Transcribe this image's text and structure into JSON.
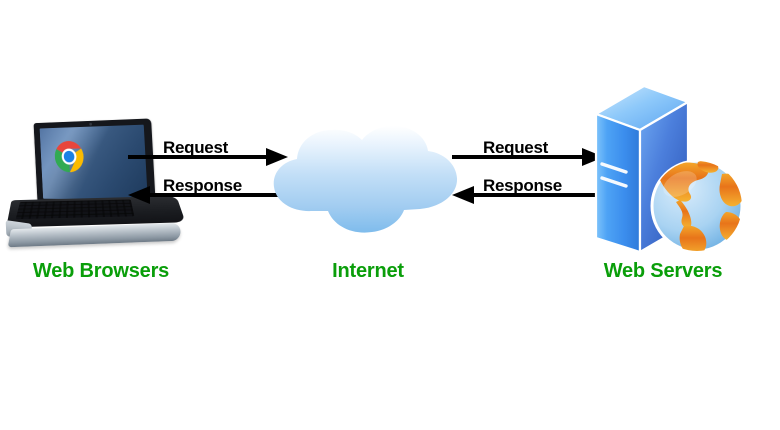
{
  "diagram": {
    "title": "Web Browsers - Internet - Web Servers request/response flow",
    "background_color": "#ffffff",
    "label_color": "#0a9e0a",
    "flow_label_color": "#000000"
  },
  "nodes": [
    {
      "id": "web-browsers",
      "label": "Web Browsers",
      "icon": "laptop-icon",
      "sub_icon": "chrome-logo-icon"
    },
    {
      "id": "internet",
      "label": "Internet",
      "icon": "cloud-icon",
      "color": "#9ecbf0"
    },
    {
      "id": "web-servers",
      "label": "Web Servers",
      "icon": "server-tower-icon",
      "sub_icon": "globe-icon",
      "color": "#3d8ee8"
    }
  ],
  "flows": {
    "browser_to_internet": {
      "request_label": "Request",
      "response_label": "Response"
    },
    "internet_to_server": {
      "request_label": "Request",
      "response_label": "Response"
    }
  },
  "colors": {
    "green_label": "#0a9e0a",
    "arrow_black": "#000000",
    "cloud_top": "#ffffff",
    "cloud_bottom": "#7fbcec",
    "server_front": "#4ea3f5",
    "server_side": "#2f63c4",
    "globe_land": "#f0931e",
    "globe_ocean": "#a9d3f2"
  }
}
